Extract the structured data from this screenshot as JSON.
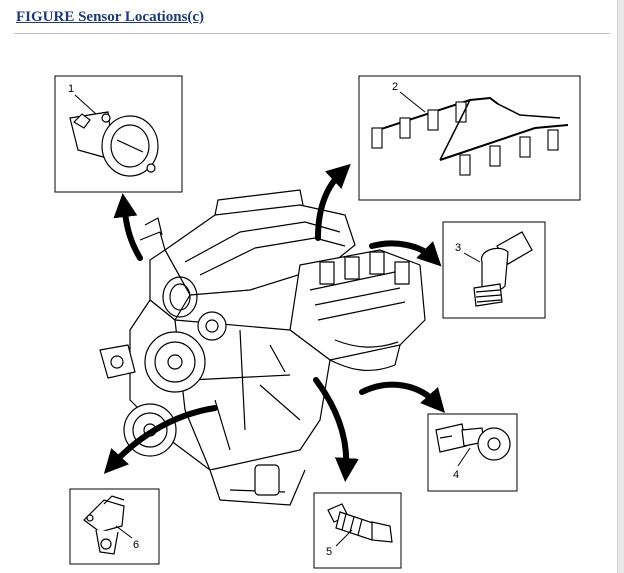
{
  "page": {
    "title": "FIGURE Sensor Locations(c)"
  },
  "callouts": [
    {
      "number": "1",
      "icon": "throttle-body-icon"
    },
    {
      "number": "2",
      "icon": "fuel-injector-harness-icon"
    },
    {
      "number": "3",
      "icon": "pressure-sensor-icon"
    },
    {
      "number": "4",
      "icon": "knock-sensor-icon"
    },
    {
      "number": "5",
      "icon": "temperature-sensor-icon"
    },
    {
      "number": "6",
      "icon": "crankshaft-position-sensor-icon"
    }
  ],
  "colors": {
    "title": "#1f3a7a",
    "line": "#000000",
    "background": "#ffffff"
  }
}
